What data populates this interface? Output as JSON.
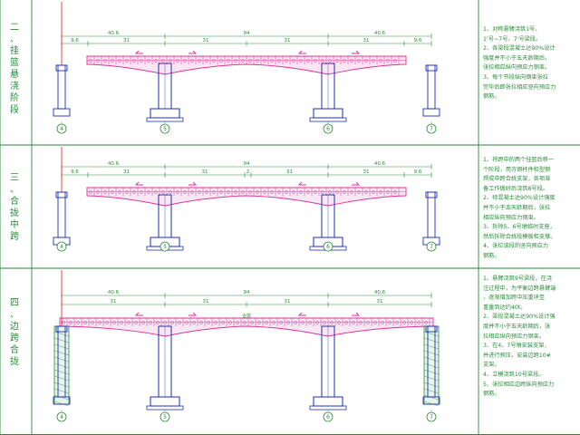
{
  "phases": [
    {
      "label_chars": [
        "二",
        "、",
        "挂",
        "篮",
        "悬",
        "浇",
        "阶",
        "段"
      ],
      "dims_top": [
        "40.6",
        "94",
        "40.6"
      ],
      "dims_mid": [
        "9.6",
        "31",
        "31",
        "31",
        "31",
        "9.6"
      ],
      "notes": [
        "1、对称悬臂浇筑1号、",
        "1’号~7号、7’号梁段。",
        "2、各梁段混凝土达90%设计",
        "强度并不小于五天龄期后，",
        "张拉相应纵向预应力钢束。",
        "3、每个节段纵向钢束张拉",
        "完毕后即张拉相应竖向预应力",
        "钢筋。"
      ]
    },
    {
      "label_chars": [
        "三",
        "、",
        "合",
        "拢",
        "中",
        "跨"
      ],
      "dims_top": [
        "40.6",
        "94",
        "40.6"
      ],
      "dims_mid": [
        "9.6",
        "31",
        "31",
        "2",
        "31",
        "31",
        "9.6"
      ],
      "notes": [
        "1、将跨中的两个挂篮后移一",
        "个阶段，用方钢杆件和型钢",
        "焊成中跨合拢支架，各项准",
        "备工作做好后浇筑8号段。",
        "2、待混凝土达90%设计强度",
        "并不小于五天龄期后，张拉",
        "相应纵向预应力钢束。",
        "3、拆除5、6号墩临时支座，",
        "然后拆除合拢段模板和支撑。",
        "4、张拉该段的竖向预应力",
        "钢筋。"
      ]
    },
    {
      "label_chars": [
        "四",
        "、",
        "边",
        "跨",
        "合",
        "拢"
      ],
      "dims_top": [
        "40.6",
        "94",
        "40.6"
      ],
      "dims_mid": [
        "31",
        "31",
        "31",
        "31"
      ],
      "mid_tag": "合拢",
      "notes": [
        "1、悬臂浇筑9号梁段，在浇",
        "注过程中，为平衡边跨悬臂端",
        "，逐渐增加跨中压重块至",
        "重量到达约40t。",
        "2、梁段混凝土达90%设计强",
        "度并不小于五天龄期后，张",
        "拉相应纵向预应力钢束。",
        "3、在4、7号墩安装支架，",
        "并进行预压，安装边跨10#",
        "支架。",
        "4、立模浇筑10号梁段。",
        "5、张拉相应边跨纵向预应力",
        "钢筋。"
      ]
    }
  ],
  "pier_labels": [
    "4",
    "5",
    "6",
    "7"
  ]
}
